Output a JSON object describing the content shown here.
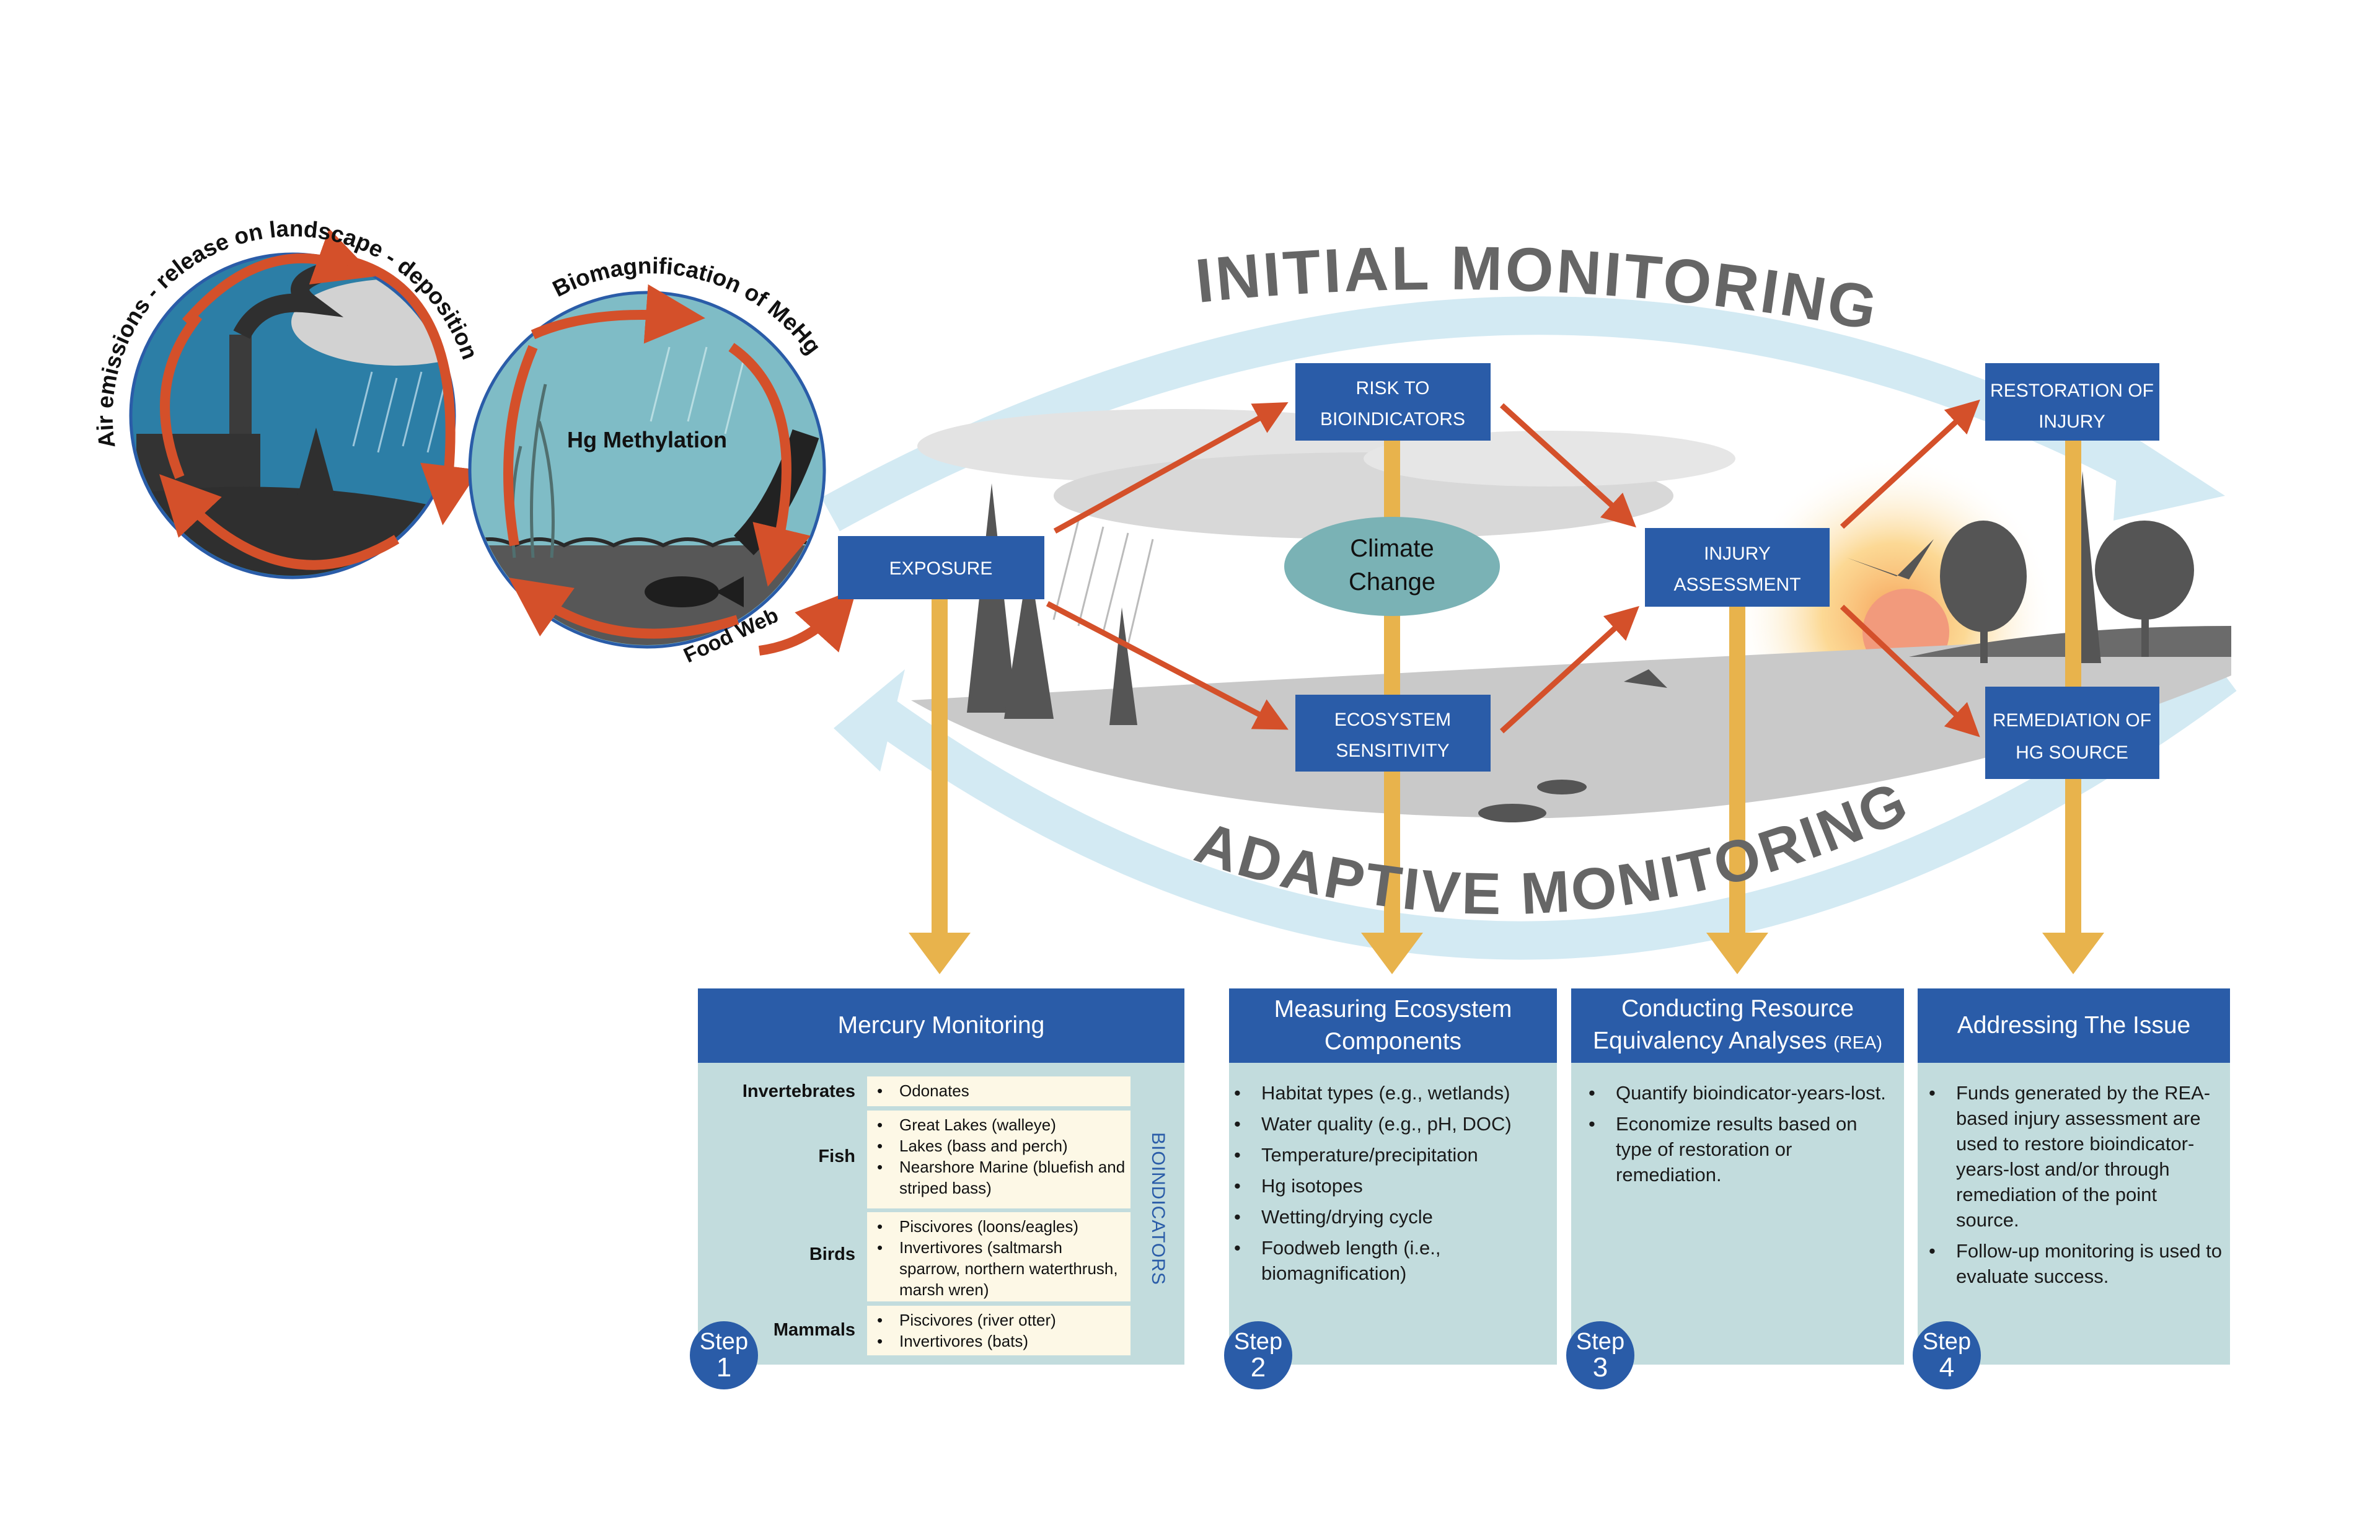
{
  "colors": {
    "box_blue": "#2a5ca8",
    "panel_teal": "#c2dcdd",
    "cream": "#fdf8e6",
    "arrow_red": "#d4502a",
    "arrow_yellow": "#e8b34c",
    "band_blue": "#d3eaf3",
    "climate_teal": "#7ab2b5",
    "label_gray": "#666666"
  },
  "cycle": {
    "air_label": "Air emissions - release on landscape - deposition",
    "biomag_label": "Biomagnification of MeHg",
    "methylation_label": "Hg Methylation",
    "foodweb_label": "Food Web"
  },
  "monitoring": {
    "initial": "INITIAL MONITORING",
    "adaptive": "ADAPTIVE MONITORING"
  },
  "flow": {
    "exposure": "EXPOSURE",
    "risk": [
      "RISK TO",
      "BIOINDICATORS"
    ],
    "ecosystem": [
      "ECOSYSTEM",
      "SENSITIVITY"
    ],
    "climate": [
      "Climate",
      "Change"
    ],
    "injury": [
      "INJURY",
      "ASSESSMENT"
    ],
    "restoration": [
      "RESTORATION OF",
      "INJURY"
    ],
    "remediation": [
      "REMEDIATION OF",
      "HG SOURCE"
    ]
  },
  "panels": {
    "mercury": {
      "title": "Mercury Monitoring",
      "side_label": "BIOINDICATORS",
      "rows": [
        {
          "label": "Invertebrates",
          "items": [
            "Odonates"
          ]
        },
        {
          "label": "Fish",
          "items": [
            "Great Lakes (walleye)",
            "Lakes (bass and perch)",
            "Nearshore Marine (bluefish and striped bass)"
          ]
        },
        {
          "label": "Birds",
          "items": [
            "Piscivores (loons/eagles)",
            "Invertivores (saltmarsh sparrow, northern waterthrush, marsh wren)"
          ]
        },
        {
          "label": "Mammals",
          "items": [
            "Piscivores (river otter)",
            "Invertivores (bats)"
          ]
        }
      ],
      "step": "Step",
      "step_num": "1"
    },
    "ecosystem": {
      "title_1": "Measuring Ecosystem",
      "title_2": "Components",
      "items": [
        "Habitat types (e.g., wetlands)",
        "Water quality (e.g., pH, DOC)",
        "Temperature/precipitation",
        "Hg isotopes",
        "Wetting/drying cycle",
        "Foodweb length (i.e., biomagnification)"
      ],
      "step": "Step",
      "step_num": "2"
    },
    "rea": {
      "title_1": "Conducting Resource",
      "title_2": "Equivalency Analyses",
      "title_small": "(REA)",
      "items": [
        "Quantify bioindicator-years-lost.",
        "Economize results based on type of restoration or remediation."
      ],
      "step": "Step",
      "step_num": "3"
    },
    "issue": {
      "title": "Addressing The Issue",
      "items": [
        "Funds generated by the REA-based injury assessment are used to restore bioindicator-years-lost and/or through remediation of the point source.",
        "Follow-up monitoring is used to evaluate success."
      ],
      "step": "Step",
      "step_num": "4"
    }
  }
}
